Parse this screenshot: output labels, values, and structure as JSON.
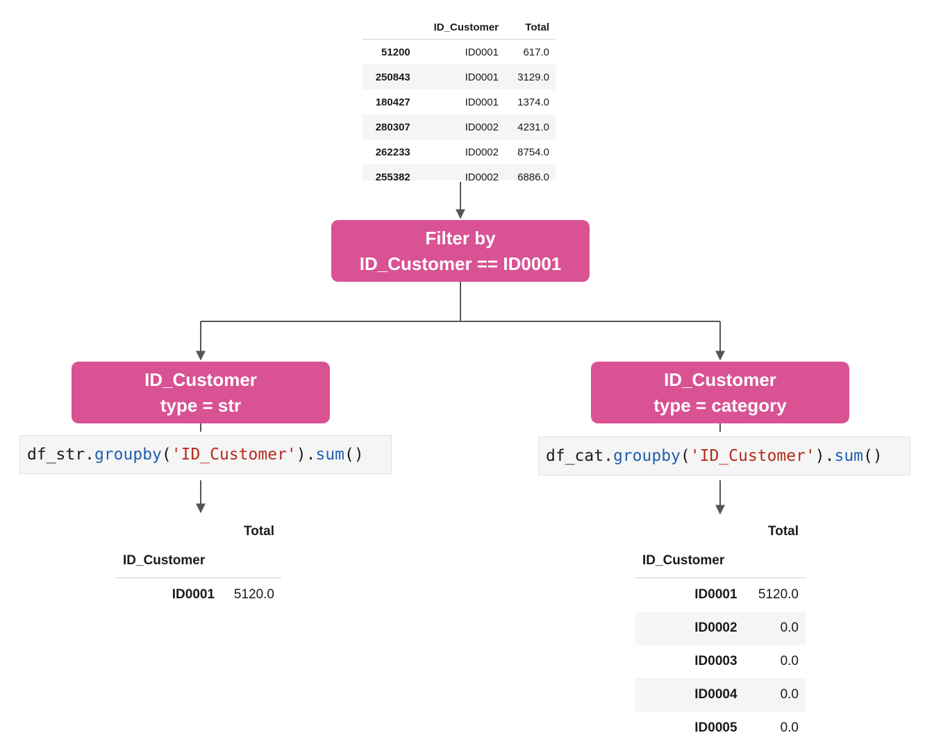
{
  "top_table": {
    "columns": [
      "ID_Customer",
      "Total"
    ],
    "rows": [
      {
        "index": "51200",
        "id": "ID0001",
        "total": "617.0"
      },
      {
        "index": "250843",
        "id": "ID0001",
        "total": "3129.0"
      },
      {
        "index": "180427",
        "id": "ID0001",
        "total": "1374.0"
      },
      {
        "index": "280307",
        "id": "ID0002",
        "total": "4231.0"
      },
      {
        "index": "262233",
        "id": "ID0002",
        "total": "8754.0"
      },
      {
        "index": "255382",
        "id": "ID0002",
        "total": "6886.0"
      }
    ]
  },
  "filter_box": {
    "line1": "Filter by",
    "line2": "ID_Customer == ID0001"
  },
  "left_branch": {
    "box_line1": "ID_Customer",
    "box_line2": "type = str",
    "code": {
      "obj": "df_str",
      "dot1": ".",
      "method": "groupby",
      "open": "(",
      "arg": "'ID_Customer'",
      "close": ")",
      "dot2": ".",
      "agg": "sum",
      "call": "()"
    },
    "result": {
      "column": "Total",
      "index_name": "ID_Customer",
      "rows": [
        {
          "index": "ID0001",
          "value": "5120.0"
        }
      ]
    }
  },
  "right_branch": {
    "box_line1": "ID_Customer",
    "box_line2": "type = category",
    "code": {
      "obj": "df_cat",
      "dot1": ".",
      "method": "groupby",
      "open": "(",
      "arg": "'ID_Customer'",
      "close": ")",
      "dot2": ".",
      "agg": "sum",
      "call": "()"
    },
    "result": {
      "column": "Total",
      "index_name": "ID_Customer",
      "rows": [
        {
          "index": "ID0001",
          "value": "5120.0"
        },
        {
          "index": "ID0002",
          "value": "0.0"
        },
        {
          "index": "ID0003",
          "value": "0.0"
        },
        {
          "index": "ID0004",
          "value": "0.0"
        },
        {
          "index": "ID0005",
          "value": "0.0"
        }
      ]
    }
  },
  "colors": {
    "box": "#d95294",
    "connector": "#555555",
    "keyword": "#1f5fb0",
    "string": "#b52a1d"
  }
}
